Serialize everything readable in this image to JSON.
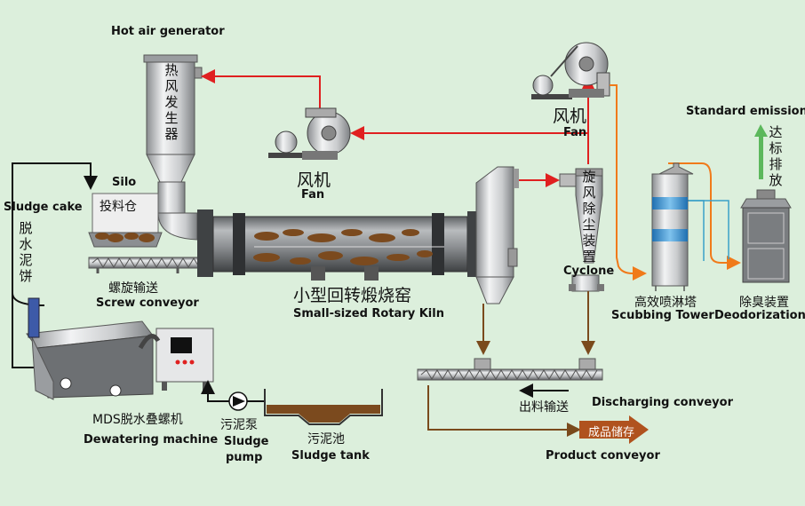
{
  "labels": {
    "hot_air_generator": "Hot air generator",
    "hot_air_generator_cn": "热风发生器",
    "fan_left_cn": "风机",
    "fan_left_en": "Fan",
    "fan_top_cn": "风机",
    "fan_top_en": "Fan",
    "silo_en": "Silo",
    "silo_cn": "投料仓",
    "sludge_cake_en": "Sludge cake",
    "sludge_cake_cn": "脱水泥饼",
    "screw_conveyor_cn": "螺旋输送",
    "screw_conveyor_en": "Screw conveyor",
    "kiln_cn": "小型回转煅烧窑",
    "kiln_en": "Small-sized Rotary Kiln",
    "cyclone_cn": "旋风除尘装置",
    "cyclone_en": "Cyclone",
    "scrubbing_cn": "高效喷淋塔",
    "scrubbing_en": "Scubbing Tower",
    "deodor_cn": "除臭装置",
    "deodor_en": "Deodorization",
    "standard_emission_en": "Standard emission",
    "standard_emission_cn": "达标排放",
    "mds_cn": "MDS脱水叠螺机",
    "mds_en": "Dewatering machine",
    "sludge_pump_cn": "污泥泵",
    "sludge_pump_en1": "Sludge",
    "sludge_pump_en2": "pump",
    "sludge_tank_cn": "污泥池",
    "sludge_tank_en": "Sludge tank",
    "discharging_cn": "出料输送",
    "discharging_en": "Discharging conveyor",
    "product_storage_cn": "成品储存",
    "product_conveyor_en": "Product conveyor"
  },
  "colors": {
    "background": "#dcefdc",
    "hot_air_line": "#e02020",
    "material_line": "#7a4a1c",
    "scrub_line": "#f07a1a",
    "water_line": "#3aa0c8",
    "emission_arrow": "#5cb85c",
    "sludge": "#7b4a1e"
  }
}
